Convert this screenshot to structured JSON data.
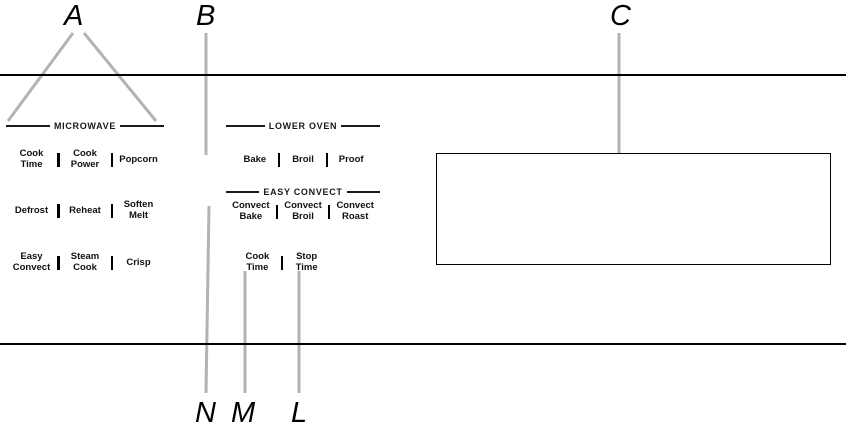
{
  "colors": {
    "callout_line": "#b3b3b3",
    "panel_line": "#000000",
    "text": "#111111"
  },
  "callouts": {
    "a": "A",
    "b": "B",
    "c": "C",
    "n": "N",
    "m": "M",
    "l": "L"
  },
  "microwave": {
    "header": "MICROWAVE",
    "buttons": [
      [
        "Cook\nTime",
        "Cook\nPower",
        "Popcorn"
      ],
      [
        "Defrost",
        "Reheat",
        "Soften\nMelt"
      ],
      [
        "Easy\nConvect",
        "Steam\nCook",
        "Crisp"
      ]
    ]
  },
  "lower_oven": {
    "header": "LOWER OVEN",
    "bake_row": [
      "Bake",
      "Broil",
      "Proof"
    ],
    "easy_convect_header": "EASY CONVECT",
    "convect_row": [
      "Convect\nBake",
      "Convect\nBroil",
      "Convect\nRoast"
    ],
    "time_row": [
      "Cook\nTime",
      "Stop\nTime"
    ]
  }
}
